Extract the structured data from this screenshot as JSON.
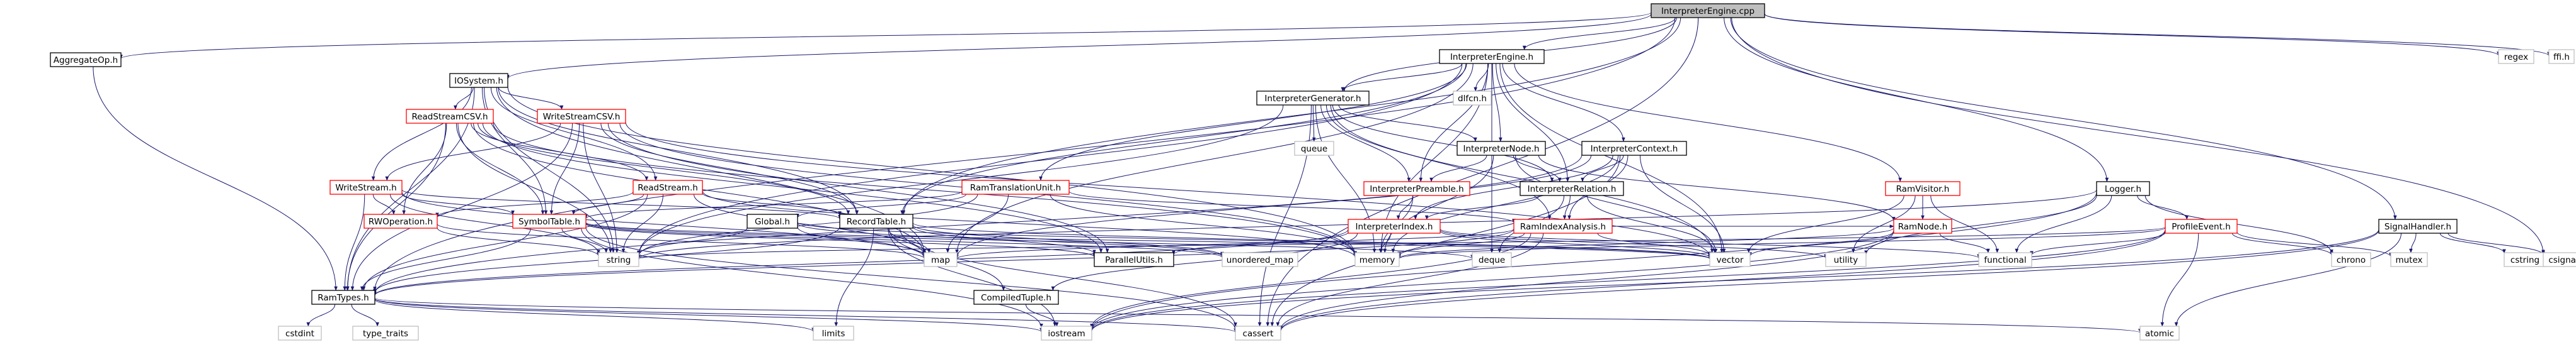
{
  "title": "InterpreterEngine.cpp",
  "colors": {
    "node_fill": "#ffffff",
    "node_border_plain": "#bfbfbf",
    "node_border_doc": "#000000",
    "node_border_red": "#ff0000",
    "root_fill": "#bfbfbf",
    "edge": "#191970"
  },
  "nodes": [
    {
      "id": "root",
      "label": "InterpreterEngine.cpp",
      "kind": "root"
    },
    {
      "id": "aggregateop",
      "label": "AggregateOp.h",
      "kind": "doc"
    },
    {
      "id": "iosystem",
      "label": "IOSystem.h",
      "kind": "doc"
    },
    {
      "id": "readstreamcsv",
      "label": "ReadStreamCSV.h",
      "kind": "red"
    },
    {
      "id": "writestreamcsv",
      "label": "WriteStreamCSV.h",
      "kind": "red"
    },
    {
      "id": "writestream",
      "label": "WriteStream.h",
      "kind": "red"
    },
    {
      "id": "readstream",
      "label": "ReadStream.h",
      "kind": "red"
    },
    {
      "id": "rwoperation",
      "label": "RWOperation.h",
      "kind": "red"
    },
    {
      "id": "symboltable",
      "label": "SymbolTable.h",
      "kind": "red"
    },
    {
      "id": "ramtypes",
      "label": "RamTypes.h",
      "kind": "doc"
    },
    {
      "id": "recordtable",
      "label": "RecordTable.h",
      "kind": "doc"
    },
    {
      "id": "global",
      "label": "Global.h",
      "kind": "doc"
    },
    {
      "id": "compiledtuple",
      "label": "CompiledTuple.h",
      "kind": "doc"
    },
    {
      "id": "parallelutils",
      "label": "ParallelUtils.h",
      "kind": "doc"
    },
    {
      "id": "interpreterengine",
      "label": "InterpreterEngine.h",
      "kind": "doc"
    },
    {
      "id": "interpretergenerator",
      "label": "InterpreterGenerator.h",
      "kind": "doc"
    },
    {
      "id": "ramtranslationunit",
      "label": "RamTranslationUnit.h",
      "kind": "red"
    },
    {
      "id": "dlfcn",
      "label": "dlfcn.h",
      "kind": "plain"
    },
    {
      "id": "queue",
      "label": "queue",
      "kind": "plain"
    },
    {
      "id": "interpreternode",
      "label": "InterpreterNode.h",
      "kind": "doc"
    },
    {
      "id": "interpretercontext",
      "label": "InterpreterContext.h",
      "kind": "doc"
    },
    {
      "id": "interpreterpreamble",
      "label": "InterpreterPreamble.h",
      "kind": "red"
    },
    {
      "id": "interpreterrelation",
      "label": "InterpreterRelation.h",
      "kind": "doc"
    },
    {
      "id": "interpreterindex",
      "label": "InterpreterIndex.h",
      "kind": "red"
    },
    {
      "id": "ramindexanalysis",
      "label": "RamIndexAnalysis.h",
      "kind": "red"
    },
    {
      "id": "ramvisitor",
      "label": "RamVisitor.h",
      "kind": "red"
    },
    {
      "id": "ramnode",
      "label": "RamNode.h",
      "kind": "red"
    },
    {
      "id": "logger",
      "label": "Logger.h",
      "kind": "doc"
    },
    {
      "id": "profileevent",
      "label": "ProfileEvent.h",
      "kind": "red"
    },
    {
      "id": "signalhandler",
      "label": "SignalHandler.h",
      "kind": "doc"
    },
    {
      "id": "regex",
      "label": "regex",
      "kind": "plain"
    },
    {
      "id": "ffi",
      "label": "ffi.h",
      "kind": "plain"
    },
    {
      "id": "cstdint",
      "label": "cstdint",
      "kind": "plain"
    },
    {
      "id": "type_traits",
      "label": "type_traits",
      "kind": "plain"
    },
    {
      "id": "limits",
      "label": "limits",
      "kind": "plain"
    },
    {
      "id": "cassert",
      "label": "cassert",
      "kind": "plain"
    },
    {
      "id": "iostream",
      "label": "iostream",
      "kind": "plain"
    },
    {
      "id": "string",
      "label": "string",
      "kind": "plain"
    },
    {
      "id": "map",
      "label": "map",
      "kind": "plain"
    },
    {
      "id": "unordered_map",
      "label": "unordered_map",
      "kind": "plain"
    },
    {
      "id": "memory",
      "label": "memory",
      "kind": "plain"
    },
    {
      "id": "deque",
      "label": "deque",
      "kind": "plain"
    },
    {
      "id": "vector",
      "label": "vector",
      "kind": "plain"
    },
    {
      "id": "utility",
      "label": "utility",
      "kind": "plain"
    },
    {
      "id": "functional",
      "label": "functional",
      "kind": "plain"
    },
    {
      "id": "chrono",
      "label": "chrono",
      "kind": "plain"
    },
    {
      "id": "mutex",
      "label": "mutex",
      "kind": "plain"
    },
    {
      "id": "atomic",
      "label": "atomic",
      "kind": "plain"
    },
    {
      "id": "cstring",
      "label": "cstring",
      "kind": "plain"
    },
    {
      "id": "csignal",
      "label": "csignal",
      "kind": "plain"
    }
  ],
  "edges": [
    [
      "root",
      "aggregateop"
    ],
    [
      "root",
      "iosystem"
    ],
    [
      "root",
      "ramtypes"
    ],
    [
      "root",
      "recordtable"
    ],
    [
      "root",
      "interpreterengine"
    ],
    [
      "root",
      "interpretergenerator"
    ],
    [
      "root",
      "logger"
    ],
    [
      "root",
      "signalhandler"
    ],
    [
      "root",
      "regex"
    ],
    [
      "root",
      "ffi"
    ],
    [
      "root",
      "cassert"
    ],
    [
      "root",
      "csignal"
    ],
    [
      "aggregateop",
      "ramtypes"
    ],
    [
      "iosystem",
      "readstreamcsv"
    ],
    [
      "iosystem",
      "writestreamcsv"
    ],
    [
      "iosystem",
      "writestream"
    ],
    [
      "iosystem",
      "readstream"
    ],
    [
      "iosystem",
      "symboltable"
    ],
    [
      "iosystem",
      "ramtypes"
    ],
    [
      "iosystem",
      "map"
    ],
    [
      "iosystem",
      "memory"
    ],
    [
      "iosystem",
      "string"
    ],
    [
      "iosystem",
      "recordtable"
    ],
    [
      "readstreamcsv",
      "readstream"
    ],
    [
      "readstreamcsv",
      "rwoperation"
    ],
    [
      "readstreamcsv",
      "symboltable"
    ],
    [
      "readstreamcsv",
      "ramtypes"
    ],
    [
      "readstreamcsv",
      "recordtable"
    ],
    [
      "readstreamcsv",
      "parallelutils"
    ],
    [
      "readstreamcsv",
      "map"
    ],
    [
      "readstreamcsv",
      "memory"
    ],
    [
      "readstreamcsv",
      "string"
    ],
    [
      "writestreamcsv",
      "writestream"
    ],
    [
      "writestreamcsv",
      "symboltable"
    ],
    [
      "writestreamcsv",
      "ramtypes"
    ],
    [
      "writestreamcsv",
      "recordtable"
    ],
    [
      "writestreamcsv",
      "parallelutils"
    ],
    [
      "writestreamcsv",
      "string"
    ],
    [
      "writestreamcsv",
      "memory"
    ],
    [
      "writestreamcsv",
      "vector"
    ],
    [
      "writestream",
      "rwoperation"
    ],
    [
      "writestream",
      "symboltable"
    ],
    [
      "writestream",
      "ramtypes"
    ],
    [
      "writestream",
      "recordtable"
    ],
    [
      "writestream",
      "map"
    ],
    [
      "writestream",
      "string"
    ],
    [
      "readstream",
      "rwoperation"
    ],
    [
      "readstream",
      "symboltable"
    ],
    [
      "readstream",
      "ramtypes"
    ],
    [
      "readstream",
      "recordtable"
    ],
    [
      "readstream",
      "map"
    ],
    [
      "readstream",
      "memory"
    ],
    [
      "readstream",
      "string"
    ],
    [
      "rwoperation",
      "map"
    ],
    [
      "rwoperation",
      "string"
    ],
    [
      "symboltable",
      "ramtypes"
    ],
    [
      "symboltable",
      "parallelutils"
    ],
    [
      "symboltable",
      "cassert"
    ],
    [
      "symboltable",
      "iostream"
    ],
    [
      "symboltable",
      "string"
    ],
    [
      "symboltable",
      "unordered_map"
    ],
    [
      "symboltable",
      "vector"
    ],
    [
      "symboltable",
      "deque"
    ],
    [
      "ramtypes",
      "cstdint"
    ],
    [
      "ramtypes",
      "type_traits"
    ],
    [
      "ramtypes",
      "limits"
    ],
    [
      "ramtypes",
      "cassert"
    ],
    [
      "ramtypes",
      "iostream"
    ],
    [
      "ramtypes",
      "atomic"
    ],
    [
      "recordtable",
      "compiledtuple"
    ],
    [
      "recordtable",
      "ramtypes"
    ],
    [
      "recordtable",
      "parallelutils"
    ],
    [
      "recordtable",
      "cassert"
    ],
    [
      "recordtable",
      "iostream"
    ],
    [
      "recordtable",
      "limits"
    ],
    [
      "recordtable",
      "map"
    ],
    [
      "recordtable",
      "unordered_map"
    ],
    [
      "recordtable",
      "vector"
    ],
    [
      "global",
      "map"
    ],
    [
      "global",
      "string"
    ],
    [
      "global",
      "vector"
    ],
    [
      "global",
      "unordered_map"
    ],
    [
      "compiledtuple",
      "iostream"
    ],
    [
      "interpreterengine",
      "interpretergenerator"
    ],
    [
      "interpreterengine",
      "ramtranslationunit"
    ],
    [
      "interpreterengine",
      "dlfcn"
    ],
    [
      "interpreterengine",
      "interpreternode"
    ],
    [
      "interpreterengine",
      "interpretercontext"
    ],
    [
      "interpreterengine",
      "interpreterpreamble"
    ],
    [
      "interpreterengine",
      "interpreterrelation"
    ],
    [
      "interpreterengine",
      "ramvisitor"
    ],
    [
      "interpreterengine",
      "recordtable"
    ],
    [
      "interpreterengine",
      "map"
    ],
    [
      "interpreterengine",
      "memory"
    ],
    [
      "interpreterengine",
      "string"
    ],
    [
      "interpreterengine",
      "vector"
    ],
    [
      "interpreterengine",
      "deque"
    ],
    [
      "interpretergenerator",
      "queue"
    ],
    [
      "interpretergenerator",
      "interpreternode"
    ],
    [
      "interpretergenerator",
      "interpreterpreamble"
    ],
    [
      "interpretergenerator",
      "interpreterrelation"
    ],
    [
      "interpretergenerator",
      "ramindexanalysis"
    ],
    [
      "interpretergenerator",
      "memory"
    ],
    [
      "interpretergenerator",
      "string"
    ],
    [
      "interpretergenerator",
      "vector"
    ],
    [
      "interpretergenerator",
      "cassert"
    ],
    [
      "ramtranslationunit",
      "global"
    ],
    [
      "ramtranslationunit",
      "symboltable"
    ],
    [
      "ramtranslationunit",
      "ramindexanalysis"
    ],
    [
      "ramtranslationunit",
      "map"
    ],
    [
      "ramtranslationunit",
      "memory"
    ],
    [
      "ramtranslationunit",
      "string"
    ],
    [
      "interpreternode",
      "interpreterpreamble"
    ],
    [
      "interpreternode",
      "interpreterrelation"
    ],
    [
      "interpreternode",
      "ramnode"
    ],
    [
      "interpreternode",
      "memory"
    ],
    [
      "interpreternode",
      "vector"
    ],
    [
      "interpretercontext",
      "interpreterrelation"
    ],
    [
      "interpretercontext",
      "interpreterindex"
    ],
    [
      "interpretercontext",
      "ramindexanalysis"
    ],
    [
      "interpretercontext",
      "ramtypes"
    ],
    [
      "interpretercontext",
      "memory"
    ],
    [
      "interpretercontext",
      "vector"
    ],
    [
      "interpretercontext",
      "cassert"
    ],
    [
      "interpretercontext",
      "map"
    ],
    [
      "interpreterpreamble",
      "interpreterindex"
    ],
    [
      "interpreterpreamble",
      "memory"
    ],
    [
      "interpreterrelation",
      "interpreterindex"
    ],
    [
      "interpreterrelation",
      "ramindexanalysis"
    ],
    [
      "interpreterrelation",
      "deque"
    ],
    [
      "interpreterrelation",
      "vector"
    ],
    [
      "interpreterindex",
      "compiledtuple"
    ],
    [
      "interpreterindex",
      "ramtypes"
    ],
    [
      "interpreterindex",
      "parallelutils"
    ],
    [
      "interpreterindex",
      "memory"
    ],
    [
      "interpreterindex",
      "utility"
    ],
    [
      "interpreterindex",
      "vector"
    ],
    [
      "interpreterindex",
      "functional"
    ],
    [
      "ramindexanalysis",
      "ramnode"
    ],
    [
      "ramindexanalysis",
      "ramtypes"
    ],
    [
      "ramindexanalysis",
      "cassert"
    ],
    [
      "ramindexanalysis",
      "iostream"
    ],
    [
      "ramindexanalysis",
      "map"
    ],
    [
      "ramindexanalysis",
      "memory"
    ],
    [
      "ramindexanalysis",
      "vector"
    ],
    [
      "ramvisitor",
      "ramnode"
    ],
    [
      "ramvisitor",
      "functional"
    ],
    [
      "ramvisitor",
      "vector"
    ],
    [
      "ramvisitor",
      "utility"
    ],
    [
      "ramnode",
      "cassert"
    ],
    [
      "ramnode",
      "iostream"
    ],
    [
      "ramnode",
      "vector"
    ],
    [
      "ramnode",
      "memory"
    ],
    [
      "ramnode",
      "functional"
    ],
    [
      "logger",
      "profileevent"
    ],
    [
      "logger",
      "chrono"
    ],
    [
      "logger",
      "functional"
    ],
    [
      "logger",
      "iostream"
    ],
    [
      "logger",
      "string"
    ],
    [
      "logger",
      "utility"
    ],
    [
      "profileevent",
      "chrono"
    ],
    [
      "profileevent",
      "mutex"
    ],
    [
      "profileevent",
      "atomic"
    ],
    [
      "profileevent",
      "cassert"
    ],
    [
      "profileevent",
      "functional"
    ],
    [
      "profileevent",
      "iostream"
    ],
    [
      "profileevent",
      "memory"
    ],
    [
      "profileevent",
      "string"
    ],
    [
      "signalhandler",
      "csignal"
    ],
    [
      "signalhandler",
      "cstring"
    ],
    [
      "signalhandler",
      "mutex"
    ],
    [
      "signalhandler",
      "atomic"
    ],
    [
      "signalhandler",
      "cassert"
    ],
    [
      "signalhandler",
      "iostream"
    ]
  ]
}
